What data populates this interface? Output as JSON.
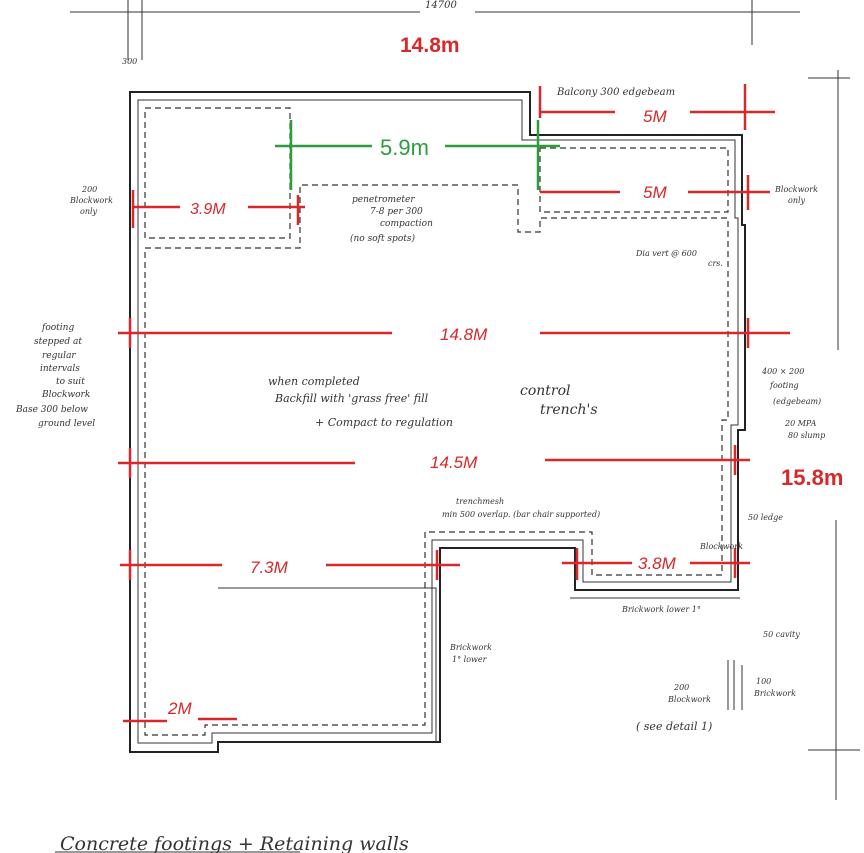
{
  "colors": {
    "measure": "#d8282a",
    "measure_green": "#2e9c3a",
    "ink": "#222222"
  },
  "top_dimension": "14700",
  "small_dimension": "300",
  "overall": {
    "width_label": "14.8m",
    "depth_label": "15.8m"
  },
  "measurements": {
    "balcony_5m": "5M",
    "upper_5m": "5M",
    "span_59": "5.9m",
    "left_39": "3.9M",
    "width_148": "14.8M",
    "width_145": "14.5M",
    "left_73": "7.3M",
    "right_38": "3.8M",
    "bottom_2m": "2M"
  },
  "notes": {
    "balcony": "Balcony 300 edgebeam",
    "blockwork_left": [
      "200",
      "Blockwork",
      "only"
    ],
    "blockwork_right": [
      "Blockwork",
      "only"
    ],
    "penetrometer": [
      "penetrometer",
      "7-8 per 300",
      "compaction",
      "(no soft spots)"
    ],
    "dia_vert": [
      "Dia vert @ 600",
      "crs."
    ],
    "footing": [
      "footing",
      "stepped at",
      "regular",
      "intervals",
      "to suit",
      "Blockwork",
      "Base 300 below",
      "ground level"
    ],
    "when_completed": [
      "when completed",
      "Backfill with 'grass free' fill",
      "+ Compact to regulation"
    ],
    "control": [
      "control",
      "trench's"
    ],
    "footing_right": [
      "400 × 200",
      "footing",
      "(edgebeam)",
      "20 MPA",
      "80 slump"
    ],
    "trenchmesh": [
      "trenchmesh",
      "min 500 overlap. (bar chair supported)"
    ],
    "ledge": "50 ledge",
    "blockwork_small": "Blockwork",
    "brickwork_lower": "Brickwork lower 1°",
    "brickwork_lower2": [
      "Brickwork",
      "1° lower"
    ],
    "cavity": "50 cavity",
    "blockwork_200": [
      "200",
      "Blockwork"
    ],
    "brickwork_100": [
      "100",
      "Brickwork"
    ],
    "see_detail": "( see detail 1)"
  },
  "footer_title": "Concrete footings + Retaining walls"
}
